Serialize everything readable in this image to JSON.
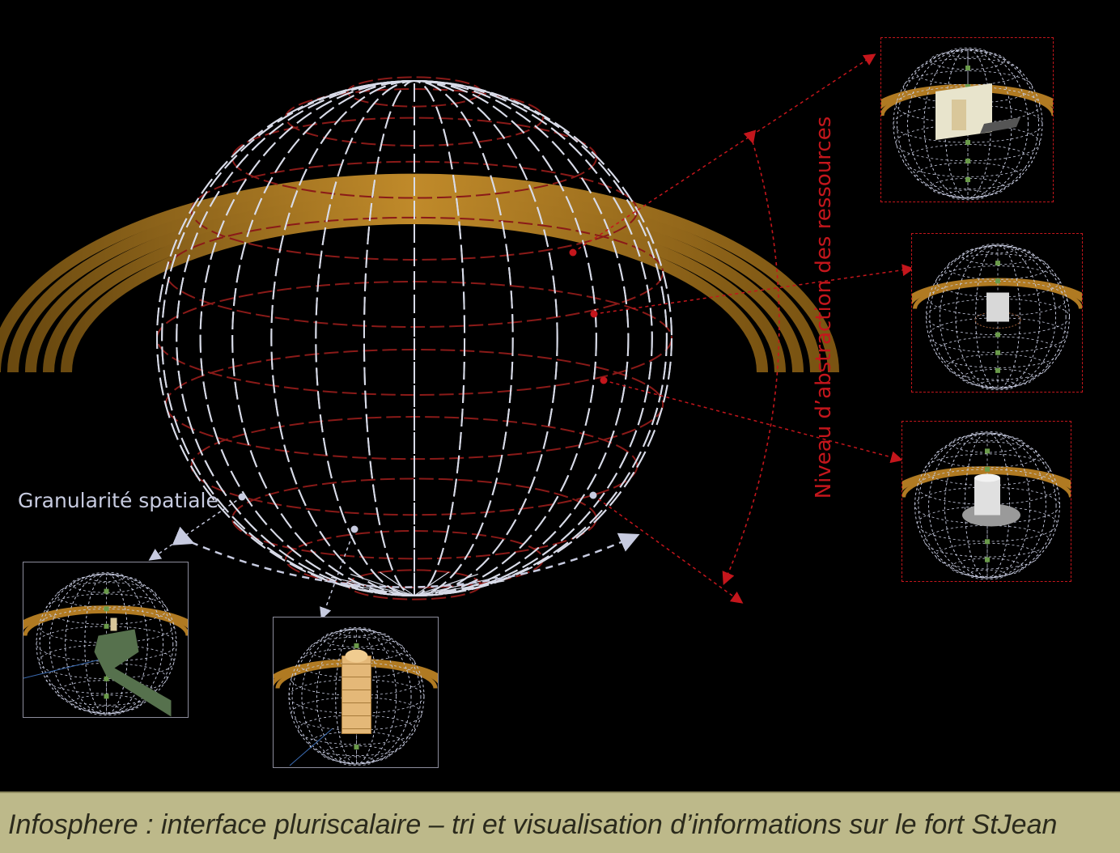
{
  "labels": {
    "spatial_granularity": "Granularité spatiale",
    "abstraction_level": "Niveau d’abstraction des ressources"
  },
  "caption": "Infosphere : interface pluriscalaire – tri et visualisation d’informations sur le fort StJean",
  "colors": {
    "background": "#000000",
    "abstraction_red": "#c4161c",
    "granularity_grey": "#c7cbe0",
    "ring_gold": "#b0781a",
    "caption_bar": "#bdb98a"
  },
  "thumbnails": {
    "abstraction": [
      "abstract-level-1-plan",
      "abstract-level-2-hologram",
      "abstract-level-3-model"
    ],
    "spatial": [
      "spatial-site-view",
      "spatial-tower-view"
    ]
  }
}
